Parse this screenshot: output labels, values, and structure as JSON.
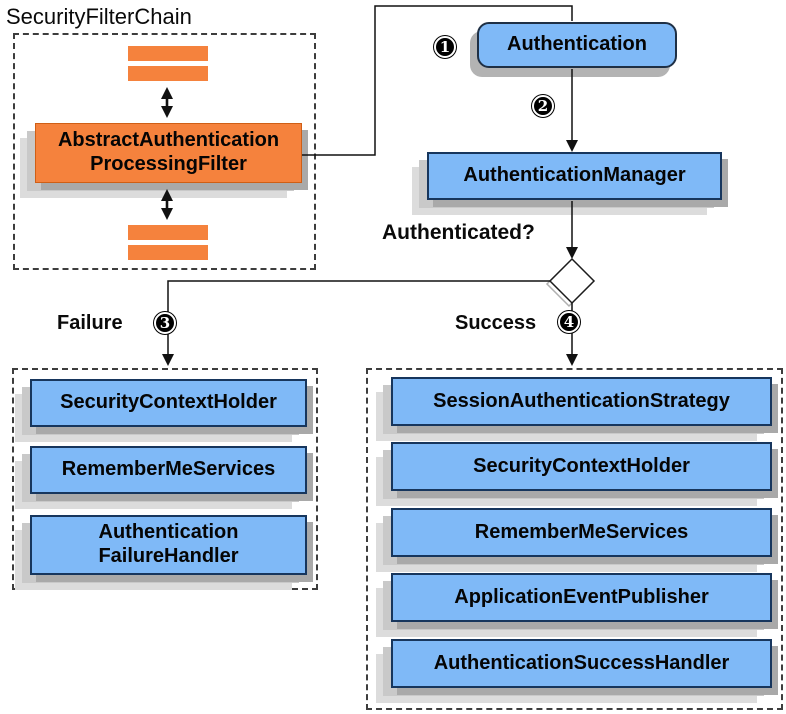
{
  "diagram": {
    "filter_chain": {
      "title": "SecurityFilterChain",
      "filter_node": "AbstractAuthentication ProcessingFilter"
    },
    "flow": {
      "authentication": "Authentication",
      "authentication_manager": "AuthenticationManager",
      "decision_question": "Authenticated?",
      "failure_label": "Failure",
      "success_label": "Success"
    },
    "badges": {
      "step1": "1",
      "step2": "2",
      "step3": "3",
      "step4": "4"
    },
    "failure_handlers": [
      "SecurityContextHolder",
      "RememberMeServices",
      "Authentication FailureHandler"
    ],
    "success_handlers": [
      "SessionAuthenticationStrategy",
      "SecurityContextHolder",
      "RememberMeServices",
      "ApplicationEventPublisher",
      "AuthenticationSuccessHandler"
    ],
    "colors": {
      "node_blue": "#7fb9f7",
      "node_border_navy": "#17365d",
      "filter_orange": "#f5823d",
      "shadow_gray": "#c9c9c9",
      "badge_black": "#000000"
    }
  }
}
